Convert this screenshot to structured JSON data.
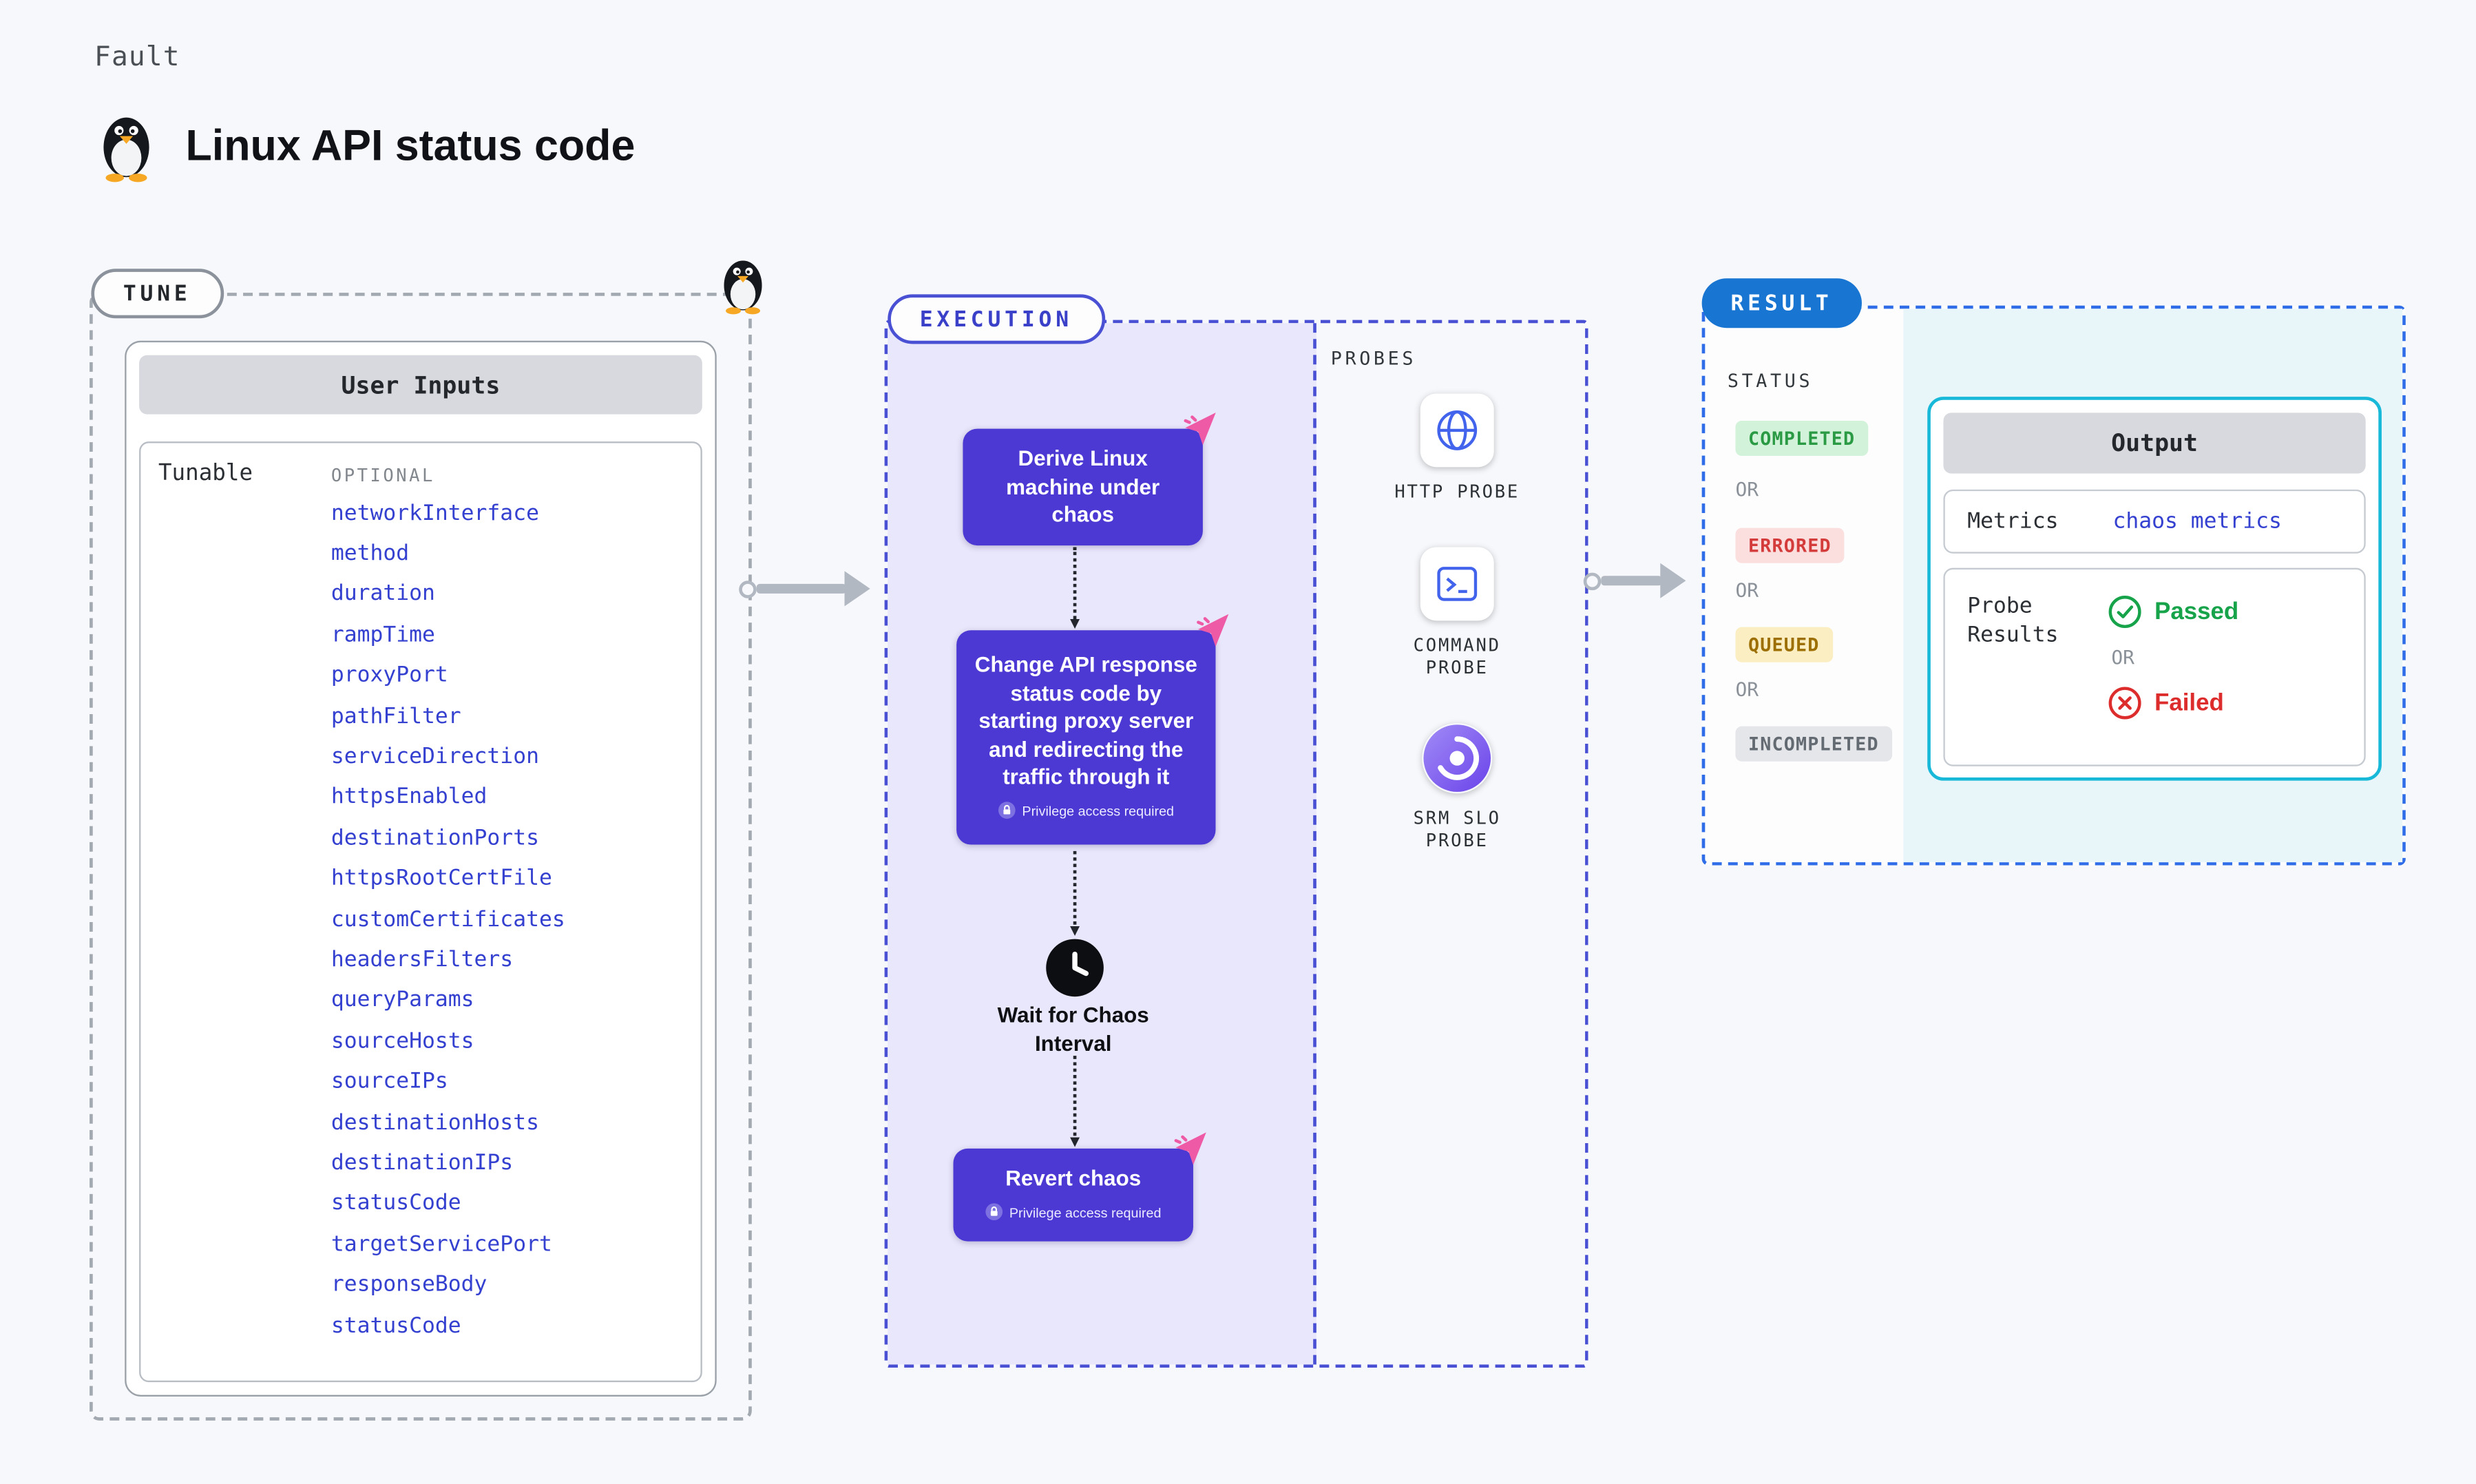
{
  "header": {
    "kind": "Fault",
    "title": "Linux API status code",
    "icon": "linux-penguin"
  },
  "tune": {
    "label": "TUNE",
    "card_header": "User Inputs",
    "row_label": "Tunable",
    "column_header": "OPTIONAL",
    "tunables": [
      "networkInterface",
      "method",
      "duration",
      "rampTime",
      "proxyPort",
      "pathFilter",
      "serviceDirection",
      "httpsEnabled",
      "destinationPorts",
      "httpsRootCertFile",
      "customCertificates",
      "headersFilters",
      "queryParams",
      "sourceHosts",
      "sourceIPs",
      "destinationHosts",
      "destinationIPs",
      "statusCode",
      "targetServicePort",
      "responseBody",
      "statusCode"
    ]
  },
  "execution": {
    "label": "EXECUTION",
    "privilege_note": "Privilege access required",
    "steps": [
      {
        "text": "Derive Linux machine under chaos"
      },
      {
        "text": "Change API response status code by starting proxy server and redirecting the traffic through it"
      },
      {
        "text": "Wait for Chaos Interval"
      },
      {
        "text": "Revert chaos"
      }
    ]
  },
  "probes": {
    "label": "PROBES",
    "items": [
      {
        "name": "HTTP PROBE",
        "icon": "globe-icon"
      },
      {
        "name": "COMMAND PROBE",
        "icon": "terminal-icon"
      },
      {
        "name": "SRM SLO PROBE",
        "icon": "slo-gauge-icon"
      }
    ]
  },
  "result": {
    "label": "RESULT",
    "status_label": "STATUS",
    "or_label": "OR",
    "statuses": [
      {
        "label": "COMPLETED",
        "bg": "#d2f3d9",
        "text_color": "#2b9a44"
      },
      {
        "label": "ERRORED",
        "bg": "#fbdfdf",
        "text_color": "#d43b3b"
      },
      {
        "label": "QUEUED",
        "bg": "#fbeec2",
        "text_color": "#9c6f00"
      },
      {
        "label": "INCOMPLETED",
        "bg": "#e4e6ea",
        "text_color": "#646a71"
      }
    ],
    "output": {
      "header": "Output",
      "metrics_label": "Metrics",
      "metrics_value": "chaos metrics",
      "probe_results_label": "Probe Results",
      "passed_label": "Passed",
      "or_label": "OR",
      "failed_label": "Failed"
    }
  },
  "colors": {
    "page_bg": "#f7f8fb",
    "step_purple": "#4c39d4",
    "execution_bg": "#e9e7fb",
    "execution_border": "#4a50d4",
    "result_border": "#2f6de8",
    "result_pill_bg": "#1975d2",
    "result_right_bg": "#e8f6fa",
    "output_border": "#17b8d8",
    "link_blue": "#3440cf",
    "passed_green": "#16a34a",
    "failed_red": "#dd2c2c",
    "cursor_pink": "#ef5aa7",
    "arrow_gray": "#b2b8c2"
  }
}
